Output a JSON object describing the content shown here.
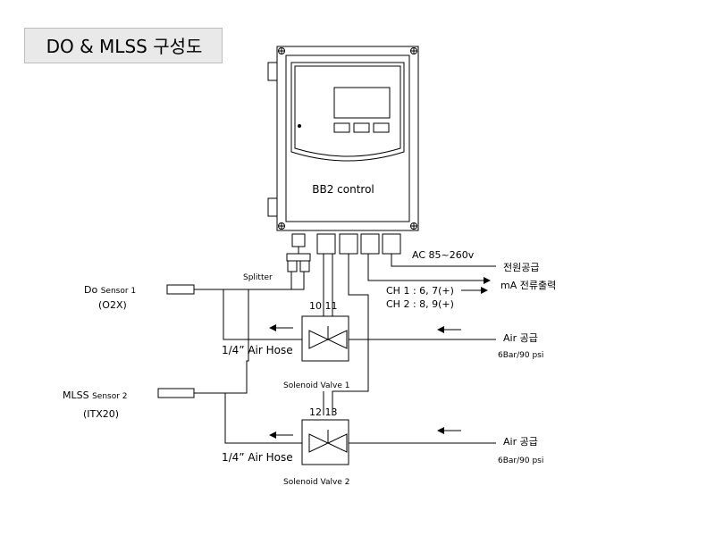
{
  "title": "DO & MLSS 구성도",
  "controller": {
    "label": "BB2 control"
  },
  "power": {
    "ac_label": "AC 85~260v",
    "supply_label": "전원공급"
  },
  "splitter_label": "Splitter",
  "output": {
    "ch1": "CH 1 : 6, 7(+)",
    "ch2": "CH 2 : 8, 9(+)",
    "label": "mA 전류출력"
  },
  "sensor1": {
    "name_main": "Do",
    "name_sub": "Sensor 1",
    "model": "(O2X)"
  },
  "sensor2": {
    "name_main": "MLSS",
    "name_sub": "Sensor 2",
    "model": "(ITX20)"
  },
  "valve1": {
    "terminals": "10  11",
    "hose_label": "1/4” Air Hose",
    "name": "Solenoid Valve 1",
    "air_label": "Air 공급",
    "pressure": "6Bar/90 psi"
  },
  "valve2": {
    "terminals": "12  13",
    "hose_label": "1/4” Air Hose",
    "name": "Solenoid Valve 2",
    "air_label": "Air 공급",
    "pressure": "6Bar/90 psi"
  }
}
